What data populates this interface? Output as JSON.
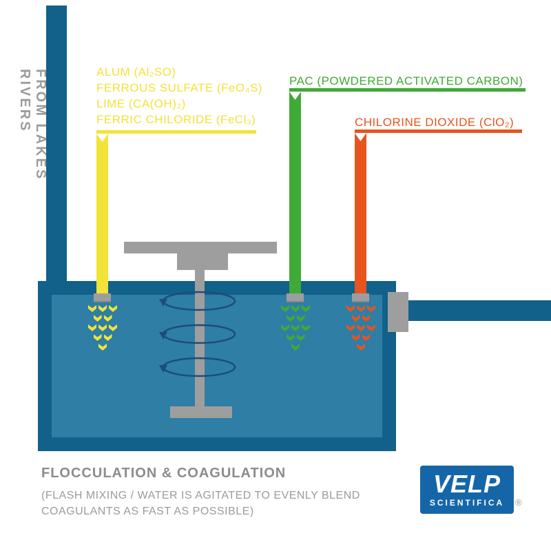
{
  "colors": {
    "pipe_blue": "#11618a",
    "tank_fill": "#2e7ea6",
    "yellow": "#f2e337",
    "green": "#3faa35",
    "orange": "#e8541d",
    "mixer_gray": "#9e9e9e",
    "arrow_navy": "#1b4e78",
    "gray_text": "#9b9b9b",
    "gray_dark_text": "#8c8c8c",
    "velp_blue": "#1566a9"
  },
  "source_label": "FROM LAKES RIVERS",
  "coagulant_feed": {
    "lines": [
      "ALUM (Al₂SO)",
      "FERROUS SULFATE (FeO₄S)",
      "LIME (CA(OH)₂)",
      "FERRIC CHILORIDE (FeCl₃)"
    ]
  },
  "pac_feed": {
    "label": "PAC (POWDERED ACTIVATED CARBON)"
  },
  "chlorine_feed": {
    "label": "CHILORINE DIOXIDE (ClO₂)"
  },
  "caption": {
    "title": "FLOCCULATION & COAGULATION",
    "subtitle_line1": "(FLASH MIXING / WATER IS AGITATED TO EVENLY BLEND",
    "subtitle_line2": "COAGULANTS AS FAST AS POSSIBLE)"
  },
  "logo": {
    "name": "VELP",
    "sub": "SCIENTIFICA",
    "registered": "®"
  },
  "drops": {
    "rows": [
      3,
      2,
      3,
      2,
      1
    ]
  }
}
